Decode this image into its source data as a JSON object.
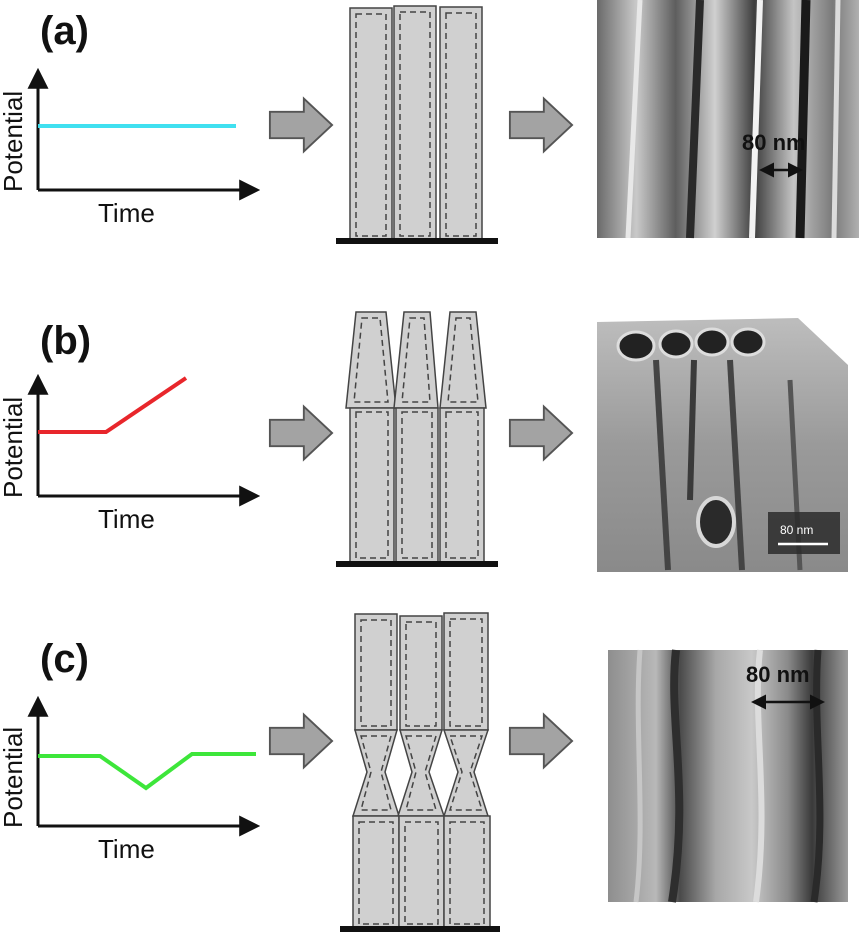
{
  "panels": [
    {
      "label": "(a)",
      "ylabel": "Potential",
      "xlabel": "Time",
      "curve_color": "#40e0f0",
      "scale_label": "80 nm"
    },
    {
      "label": "(b)",
      "ylabel": "Potential",
      "xlabel": "Time",
      "curve_color": "#e8262b",
      "scale_label": "80 nm"
    },
    {
      "label": "(c)",
      "ylabel": "Potential",
      "xlabel": "Time",
      "curve_color": "#3de63a",
      "scale_label": "80 nm"
    }
  ],
  "colors": {
    "tube_fill": "#d0d0d0",
    "arrow_fill": "#a3a3a3",
    "substrate": "#111111"
  },
  "icons": {
    "arrow": "right-block-arrow-icon",
    "double_arrow": "double-headed-arrow-icon"
  }
}
